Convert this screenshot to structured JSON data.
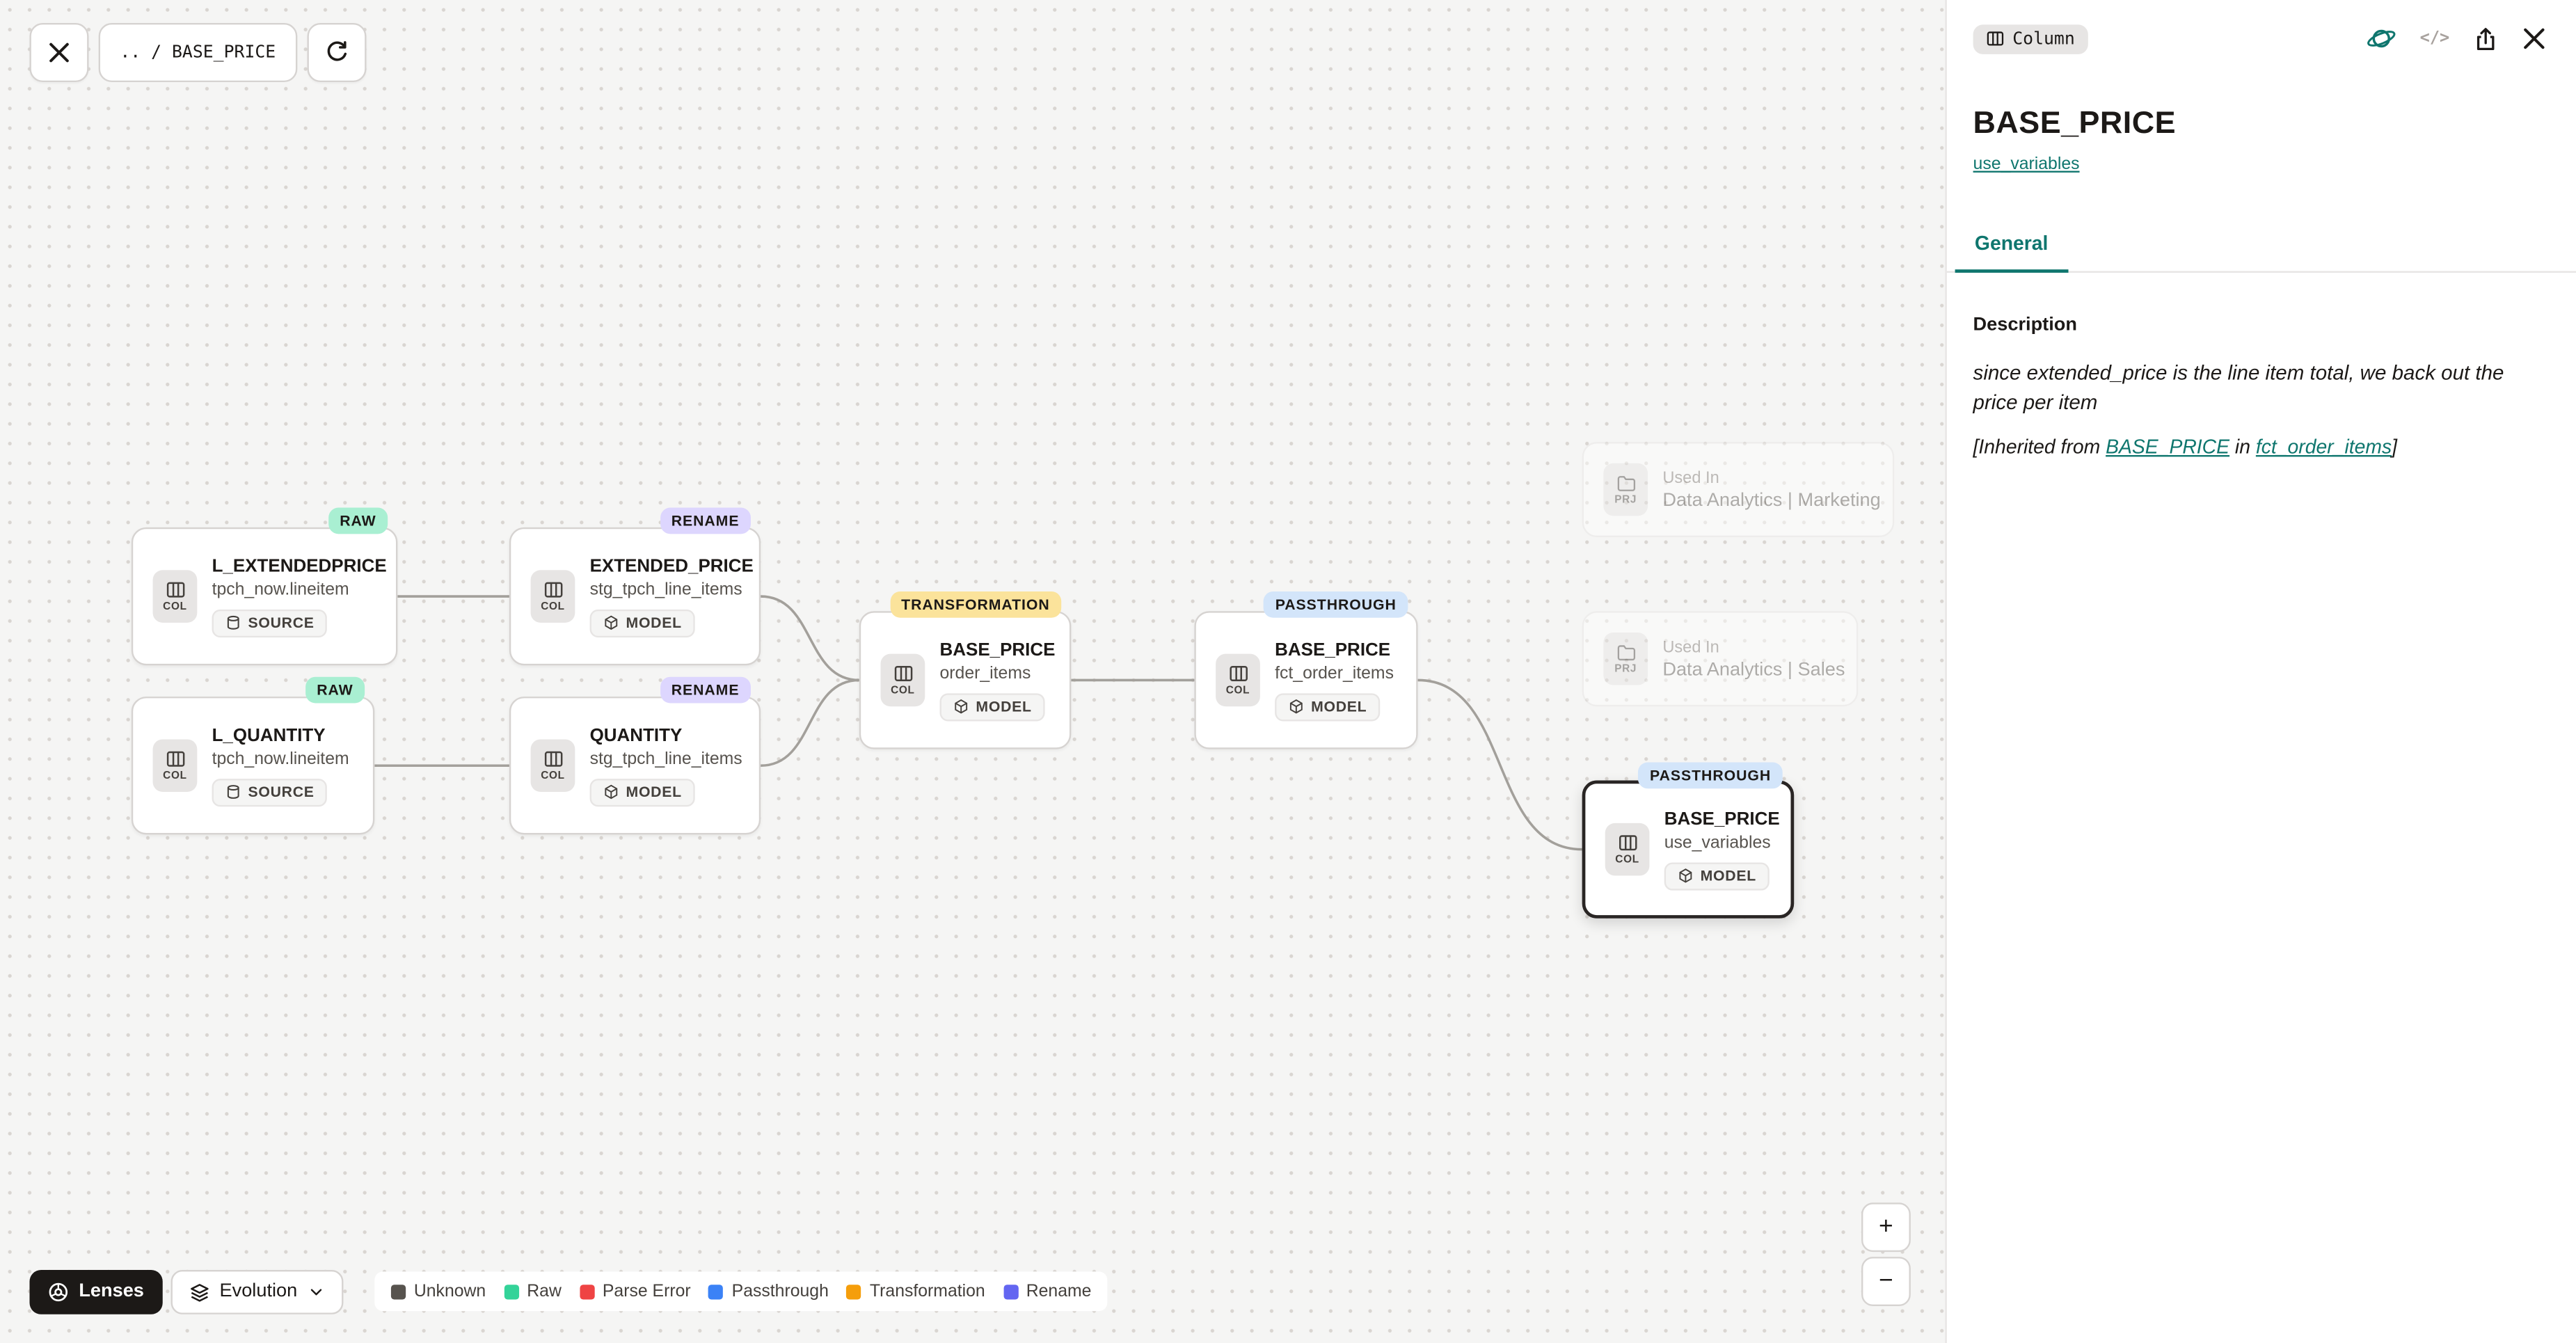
{
  "colors": {
    "accent": "#0F766E",
    "badge_raw": "#A9EFD2",
    "badge_rename": "#DDD6FE",
    "badge_transformation": "#FBE39B",
    "badge_passthrough": "#D3E5FA"
  },
  "toolbar": {
    "breadcrumb": ".. / BASE_PRICE"
  },
  "canvas": {
    "nodes": [
      {
        "badge": "RAW",
        "title": "L_EXTENDEDPRICE",
        "subtitle": "tpch_now.lineitem",
        "entity": "COL",
        "kind": "SOURCE"
      },
      {
        "badge": "RENAME",
        "title": "EXTENDED_PRICE",
        "subtitle": "stg_tpch_line_items",
        "entity": "COL",
        "kind": "MODEL"
      },
      {
        "badge": "RAW",
        "title": "L_QUANTITY",
        "subtitle": "tpch_now.lineitem",
        "entity": "COL",
        "kind": "SOURCE"
      },
      {
        "badge": "RENAME",
        "title": "QUANTITY",
        "subtitle": "stg_tpch_line_items",
        "entity": "COL",
        "kind": "MODEL"
      },
      {
        "badge": "TRANSFORMATION",
        "title": "BASE_PRICE",
        "subtitle": "order_items",
        "entity": "COL",
        "kind": "MODEL"
      },
      {
        "badge": "PASSTHROUGH",
        "title": "BASE_PRICE",
        "subtitle": "fct_order_items",
        "entity": "COL",
        "kind": "MODEL"
      },
      {
        "badge": "PASSTHROUGH",
        "title": "BASE_PRICE",
        "subtitle": "use_variables",
        "entity": "COL",
        "kind": "MODEL"
      }
    ],
    "ghost_nodes": [
      {
        "entity": "PRJ",
        "label": "Used In",
        "title": "Data Analytics | Marketing"
      },
      {
        "entity": "PRJ",
        "label": "Used In",
        "title": "Data Analytics | Sales"
      }
    ],
    "lenses_label": "Lenses",
    "evolution_label": "Evolution",
    "legend": {
      "items": [
        {
          "label": "Unknown",
          "color": "#57534E"
        },
        {
          "label": "Raw",
          "color": "#34D399"
        },
        {
          "label": "Parse Error",
          "color": "#EF4444"
        },
        {
          "label": "Passthrough",
          "color": "#3B82F6"
        },
        {
          "label": "Transformation",
          "color": "#F59E0B"
        },
        {
          "label": "Rename",
          "color": "#6366F1"
        }
      ]
    },
    "zoom_in": "+",
    "zoom_out": "−"
  },
  "panel": {
    "type_chip": "Column",
    "title": "BASE_PRICE",
    "model_link": "use_variables",
    "tabs": [
      {
        "label": "General"
      }
    ],
    "section_heading": "Description",
    "description": "since extended_price is the line item total, we back out the price per item",
    "inherited": {
      "prefix": "[Inherited from ",
      "column_link": "BASE_PRICE",
      "middle": " in ",
      "model_link": "fct_order_items",
      "suffix": "]"
    },
    "code_icon_label": "</>"
  }
}
